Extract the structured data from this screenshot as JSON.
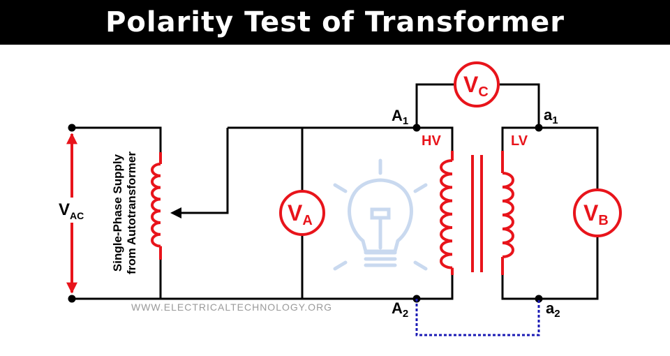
{
  "title": "Polarity Test of Transformer",
  "watermark": "WWW.ELECTRICALTECHNOLOGY.ORG",
  "supply": {
    "label_line1": "Single-Phase Supply",
    "label_line2": "from Autotransformer",
    "voltage_main": "V",
    "voltage_sub": "AC"
  },
  "meters": {
    "va": {
      "main": "V",
      "sub": "A"
    },
    "vb": {
      "main": "V",
      "sub": "B"
    },
    "vc": {
      "main": "V",
      "sub": "C"
    }
  },
  "windings": {
    "hv": "HV",
    "lv": "LV"
  },
  "terminals": {
    "a1_upper": {
      "main": "A",
      "sub": "1"
    },
    "a2_upper": {
      "main": "A",
      "sub": "2"
    },
    "a1_lower": {
      "main": "a",
      "sub": "1"
    },
    "a2_lower": {
      "main": "a",
      "sub": "2"
    }
  },
  "colors": {
    "accent": "#e8141b",
    "wire": "#000000",
    "jumper": "#1a1ab4",
    "bulb": "#c9d9ef",
    "title_bg": "#000000"
  }
}
